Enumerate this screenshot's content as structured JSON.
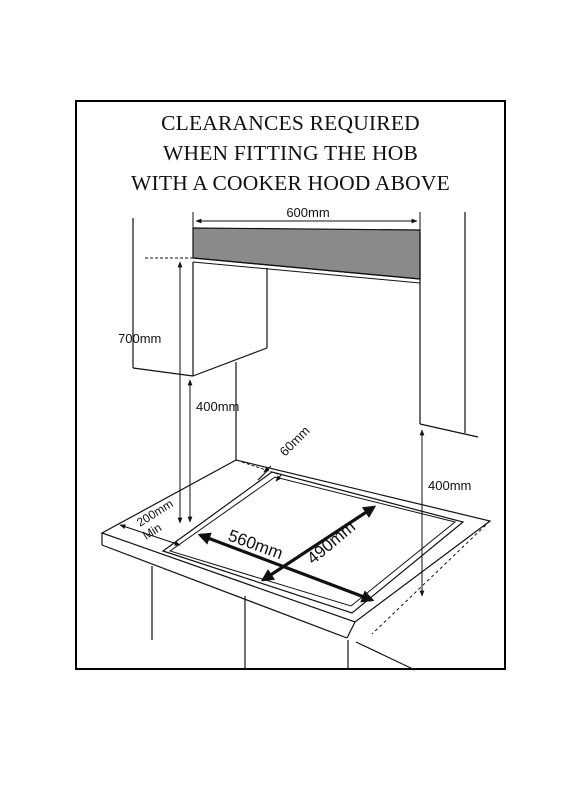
{
  "title": {
    "line1": "CLEARANCES REQUIRED",
    "line2": "WHEN FITTING THE HOB",
    "line3": "WITH A COOKER HOOD ABOVE"
  },
  "labels": {
    "hood_width": "600mm",
    "cabinet_height": "700mm",
    "side_height": "400mm",
    "right_height": "400mm",
    "rear_gap": "60mm",
    "side_min_value": "200mm",
    "side_min_suffix": "Min",
    "cutout_width": "560mm",
    "cutout_depth": "490mm"
  },
  "colors": {
    "hood": "#8a8a8a",
    "ink": "#111111"
  }
}
